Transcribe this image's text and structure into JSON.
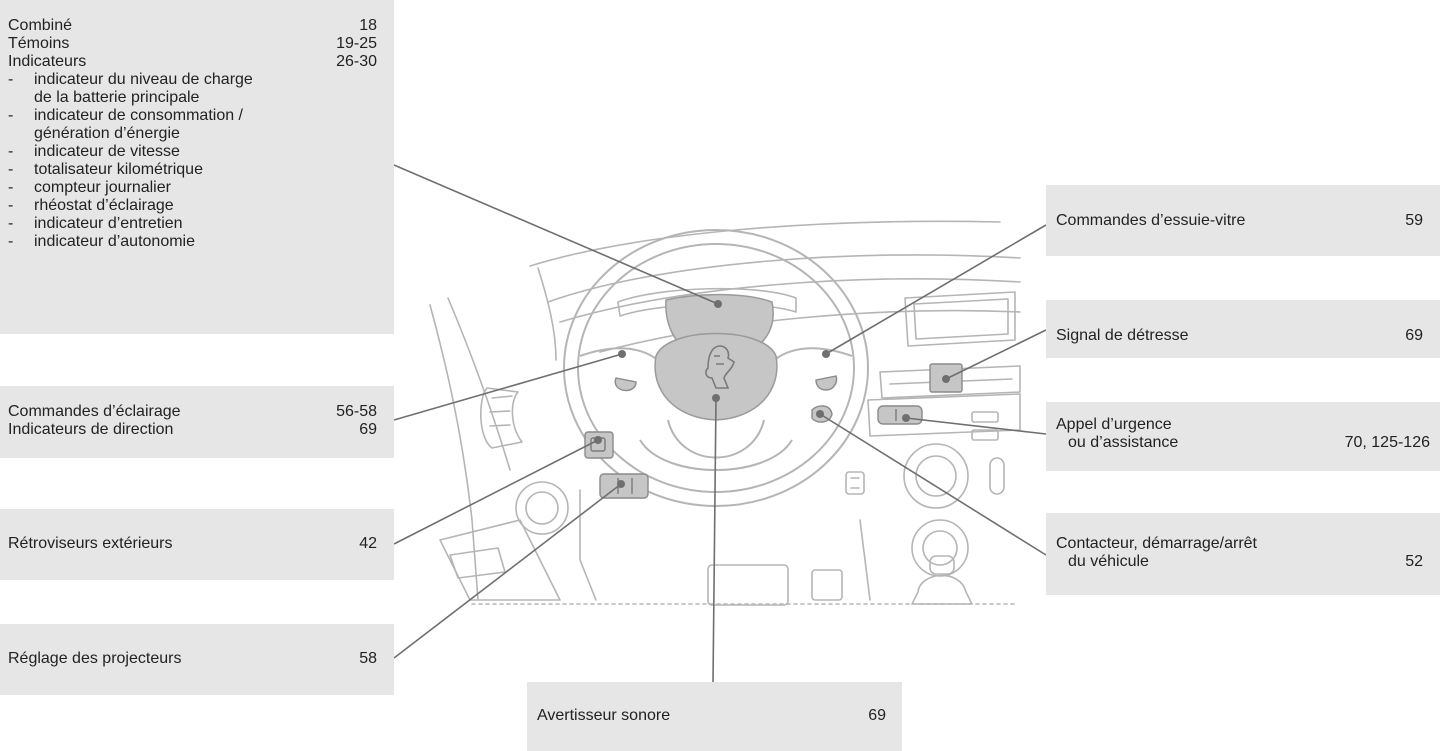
{
  "colors": {
    "callout_bg": "#e6e6e6",
    "leader_line": "#6f6f6f",
    "drawing_line": "#b5b5b5",
    "highlight_fill": "#c6c6c6",
    "text": "#222222"
  },
  "icons": [
    "peugeot-lion-logo-icon"
  ],
  "callouts": {
    "instrument_panel": {
      "rows": [
        {
          "label": "Combiné",
          "page": "18"
        },
        {
          "label": "Témoins",
          "page": "19-25"
        },
        {
          "label": "Indicateurs",
          "page": "26-30"
        }
      ],
      "dash": "-",
      "sub_items": [
        "indicateur du niveau de charge\nde la batterie principale",
        "indicateur de consommation /\ngénération d’énergie",
        "indicateur de vitesse",
        "totalisateur kilométrique",
        "compteur journalier",
        "rhéostat d’éclairage",
        "indicateur d’entretien",
        "indicateur d’autonomie"
      ]
    },
    "lighting": {
      "rows": [
        {
          "label": "Commandes d’éclairage",
          "page": "56-58"
        },
        {
          "label": "Indicateurs de direction",
          "page": "69"
        }
      ]
    },
    "mirrors": {
      "label": "Rétroviseurs extérieurs",
      "page": "42"
    },
    "headlamp_adjust": {
      "label": "Réglage des projecteurs",
      "page": "58"
    },
    "horn": {
      "label": "Avertisseur sonore",
      "page": "69"
    },
    "wipers": {
      "label": "Commandes d’essuie-vitre",
      "page": "59"
    },
    "hazard": {
      "label": "Signal de détresse",
      "page": "69"
    },
    "emergency": {
      "label_line1": "Appel d’urgence",
      "label_line2": "ou d’assistance",
      "page": "70, 125-126"
    },
    "ignition": {
      "label_line1": "Contacteur, démarrage/arrêt",
      "label_line2": "du véhicule",
      "page": "52"
    }
  }
}
